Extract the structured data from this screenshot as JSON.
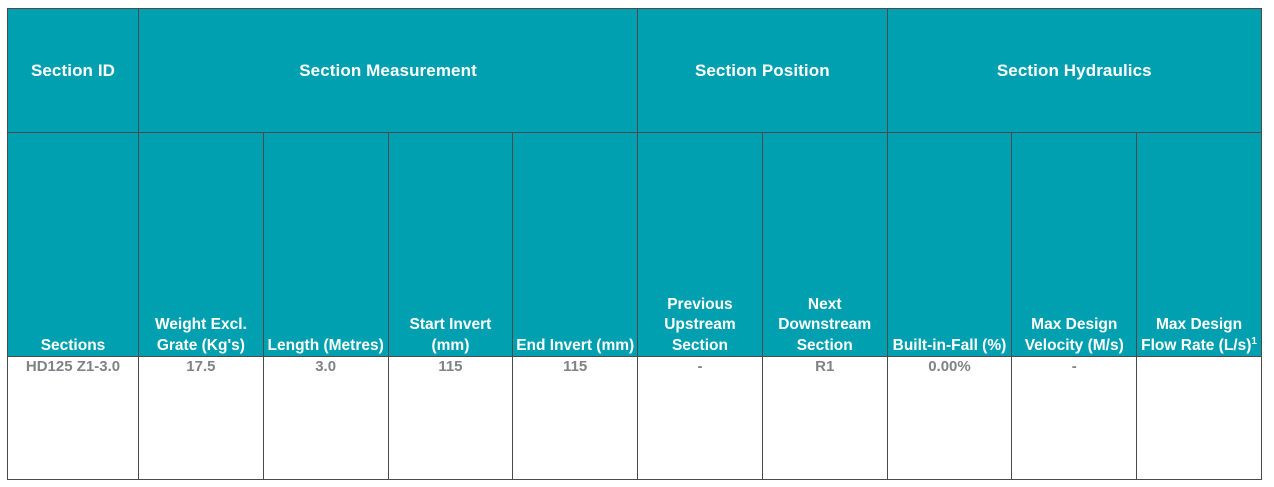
{
  "table": {
    "group_headers": [
      {
        "label": "Section ID",
        "colspan": 1
      },
      {
        "label": "Section Measurement",
        "colspan": 4
      },
      {
        "label": "Section Position",
        "colspan": 2
      },
      {
        "label": "Section Hydraulics",
        "colspan": 3
      }
    ],
    "column_headers": [
      {
        "label": "Sections",
        "sup": ""
      },
      {
        "label": "Weight Excl. Grate (Kg's)",
        "sup": ""
      },
      {
        "label": "Length (Metres)",
        "sup": ""
      },
      {
        "label": "Start Invert (mm)",
        "sup": ""
      },
      {
        "label": "End Invert (mm)",
        "sup": ""
      },
      {
        "label": "Previous Upstream Section",
        "sup": ""
      },
      {
        "label": "Next Downstream Section",
        "sup": ""
      },
      {
        "label": "Built-in-Fall (%)",
        "sup": ""
      },
      {
        "label": "Max Design Velocity (M/s)",
        "sup": ""
      },
      {
        "label": "Max Design Flow Rate (L/s)",
        "sup": "1"
      }
    ],
    "rows": [
      {
        "sections": "HD125 Z1-3.0",
        "weight_excl_grate_kgs": "17.5",
        "length_metres": "3.0",
        "start_invert_mm": "115",
        "end_invert_mm": "115",
        "previous_upstream_section": "-",
        "next_downstream_section": "R1",
        "built_in_fall_pct": "0.00%",
        "max_design_velocity_ms": "-",
        "max_design_flow_rate_ls": ""
      }
    ]
  },
  "colors": {
    "header_background": "#00a0b0",
    "header_text": "#ffffff",
    "body_text": "#808285",
    "border": "#4a4a4a",
    "page_background": "#ffffff"
  }
}
